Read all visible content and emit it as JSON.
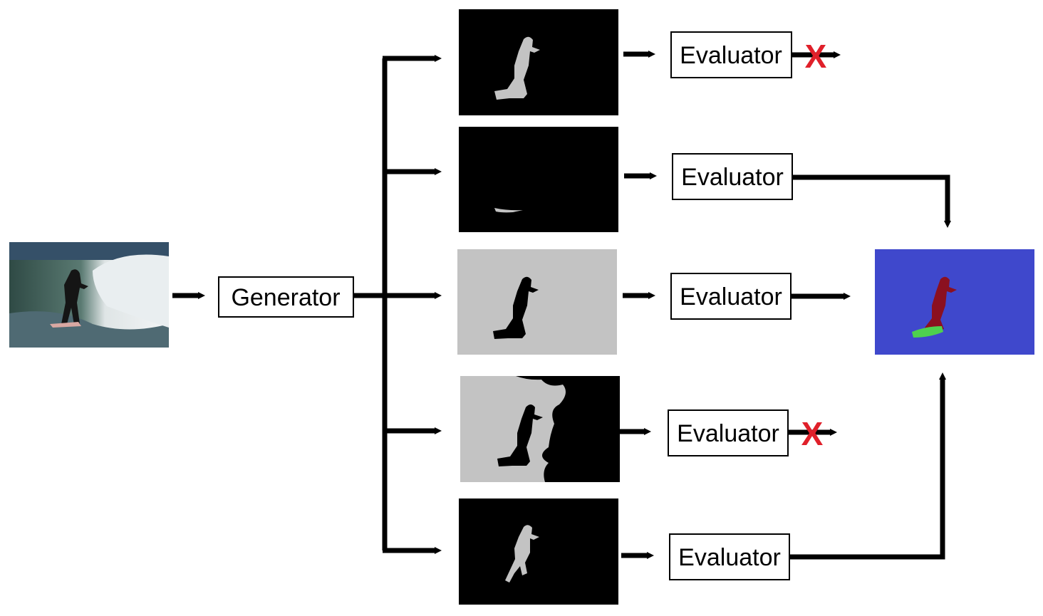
{
  "generator": {
    "label": "Generator"
  },
  "evaluators": [
    {
      "label": "Evaluator",
      "rejected": true
    },
    {
      "label": "Evaluator",
      "rejected": false
    },
    {
      "label": "Evaluator",
      "rejected": false
    },
    {
      "label": "Evaluator",
      "rejected": true
    },
    {
      "label": "Evaluator",
      "rejected": false
    }
  ],
  "reject_marker": "X",
  "masks": [
    {
      "background": "black",
      "figure": "light-gray silhouette (person + board)"
    },
    {
      "background": "black",
      "figure": "small light-gray board sliver"
    },
    {
      "background": "light-gray",
      "figure": "black silhouette"
    },
    {
      "background": "light-gray/black split",
      "figure": "black silhouette with water region"
    },
    {
      "background": "black",
      "figure": "light-gray person only"
    }
  ],
  "output": {
    "background": "#3f48cc",
    "person_color": "#8b1020",
    "board_color": "#4ed14e"
  },
  "colors": {
    "arrow": "#000000",
    "reject": "#e0202a",
    "mask_gray": "#c3c3c3"
  }
}
